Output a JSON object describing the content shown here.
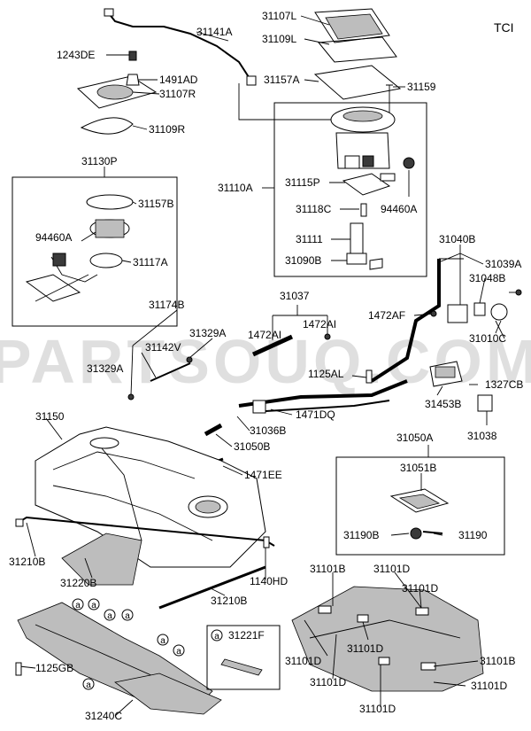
{
  "header": {
    "code": "TCI"
  },
  "watermark": "PARTSOUQ.COM",
  "labels": {
    "p31141A": "31141A",
    "p31107L": "31107L",
    "p31109L": "31109L",
    "p1243DE": "1243DE",
    "p1491AD": "1491AD",
    "p31107R": "31107R",
    "p31157A": "31157A",
    "p31159": "31159",
    "p31109R": "31109R",
    "p31130P": "31130P",
    "p31157B": "31157B",
    "p94460A_l": "94460A",
    "p31117A": "31117A",
    "p31110A": "31110A",
    "p31115P": "31115P",
    "p31118C": "31118C",
    "p94460A_r": "94460A",
    "p31111": "31111",
    "p31090B": "31090B",
    "p31040B": "31040B",
    "p31039A": "31039A",
    "p31048B": "31048B",
    "p31174B": "31174B",
    "p31037": "31037",
    "p1472AF": "1472AF",
    "p31010C": "31010C",
    "p31142V": "31142V",
    "p31329A_a": "31329A",
    "p1472AI_a": "1472AI",
    "p1472AI_b": "1472AI",
    "p31329A_b": "31329A",
    "p1125AL": "1125AL",
    "p1327CB": "1327CB",
    "p31453B": "31453B",
    "p1471DQ": "1471DQ",
    "p31150": "31150",
    "p31036B": "31036B",
    "p31038": "31038",
    "p31050B": "31050B",
    "p31050A": "31050A",
    "p1471EE": "1471EE",
    "p31051B": "31051B",
    "p31210B_a": "31210B",
    "p31190B": "31190B",
    "p31190": "31190",
    "p31220B": "31220B",
    "p1140HD": "1140HD",
    "p31101B_a": "31101B",
    "p31101D_a": "31101D",
    "p31101D_b": "31101D",
    "p31210B_b": "31210B",
    "p31221F": "31221F",
    "p31101D_c": "31101D",
    "p31101D_d": "31101D",
    "p31101B_b": "31101B",
    "p1125GB": "1125GB",
    "p31101D_e": "31101D",
    "p31101D_f": "31101D",
    "p31101D_g": "31101D",
    "p31240C": "31240C",
    "circle_a": "a",
    "legend_a": "a"
  }
}
